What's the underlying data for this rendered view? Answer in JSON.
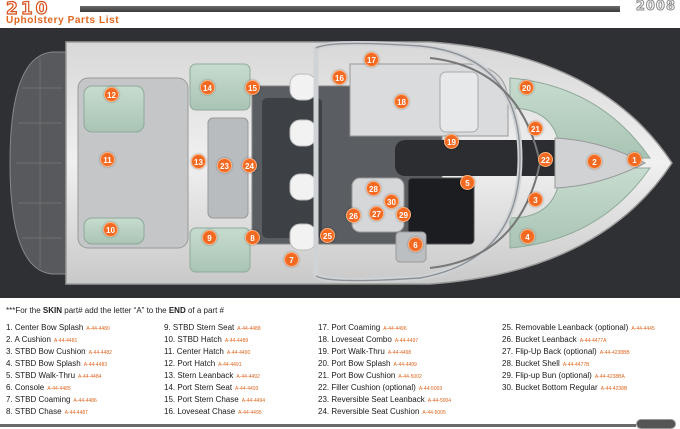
{
  "header": {
    "model": "210",
    "subtitle": "Upholstery Parts List",
    "year": "2008"
  },
  "colors": {
    "accent": "#f26a22",
    "part_number": "#e0651f"
  },
  "callouts": [
    "1",
    "2",
    "3",
    "4",
    "5",
    "6",
    "7",
    "8",
    "9",
    "10",
    "11",
    "12",
    "13",
    "14",
    "15",
    "16",
    "17",
    "18",
    "19",
    "20",
    "21",
    "22",
    "23",
    "24",
    "25",
    "26",
    "27",
    "28",
    "29",
    "30"
  ],
  "note": {
    "prefix": "***For the",
    "skin": "SKIN",
    "middle": "part# add the letter",
    "letter": "“A”",
    "to_the": "to the",
    "end": "END",
    "suffix": "of a part #"
  },
  "parts": [
    {
      "label": "1. Center Bow Splash",
      "pn": "A-44-4480"
    },
    {
      "label": "2. A Cushion",
      "pn": "A-44-4481"
    },
    {
      "label": "3. STBD Bow Cushion",
      "pn": "A-44-4482"
    },
    {
      "label": "4. STBD Bow Splash",
      "pn": "A-44-4483"
    },
    {
      "label": "5. STBD Walk-Thru",
      "pn": "A-44-4484"
    },
    {
      "label": "6. Console",
      "pn": "A-44-4485"
    },
    {
      "label": "7. STBD Coaming",
      "pn": "A-44-4486"
    },
    {
      "label": "8. STBD Chase",
      "pn": "A-44-4487"
    },
    {
      "label": "9. STBD Stern Seat",
      "pn": "A-44-4488"
    },
    {
      "label": "10. STBD Hatch",
      "pn": "A-44-4489"
    },
    {
      "label": "11. Center Hatch",
      "pn": "A-44-4490"
    },
    {
      "label": "12. Port Hatch",
      "pn": "A-44-4491"
    },
    {
      "label": "13. Stern Leanback",
      "pn": "A-44-4492"
    },
    {
      "label": "14. Port Stern Seat",
      "pn": "A-44-4493"
    },
    {
      "label": "15. Port Stern Chase",
      "pn": "A-44-4494"
    },
    {
      "label": "16. Loveseat Chase",
      "pn": "A-44-4495"
    },
    {
      "label": "17. Port Coaming",
      "pn": "A-44-4496"
    },
    {
      "label": "18. Loveseat Combo",
      "pn": "A-44-4497"
    },
    {
      "label": "19. Port Walk-Thru",
      "pn": "A-44-4498"
    },
    {
      "label": "20. Port Bow Splash",
      "pn": "A-44-4499"
    },
    {
      "label": "21. Port Bow Cushion",
      "pn": "A-44-5002"
    },
    {
      "label": "22. Filler Cushion (optional)",
      "pn": "A-44-5003"
    },
    {
      "label": "23. Reversible Seat Leanback",
      "pn": "A-44-5004"
    },
    {
      "label": "24. Reversible Seat Cushion",
      "pn": "A-44-5005"
    },
    {
      "label": "25. Removable Leanback (optional)",
      "pn": "A-44-4445"
    },
    {
      "label": "26. Bucket Leanback",
      "pn": "A-44-4477A"
    },
    {
      "label": "27. Flip-Up Back (optional)",
      "pn": "A-44-4238BB"
    },
    {
      "label": "28. Bucket Shell",
      "pn": "A-44-4477B"
    },
    {
      "label": "29. Flip-up Bun (optional)",
      "pn": "A-44-4238BA"
    },
    {
      "label": "30. Bucket Bottom Regular",
      "pn": "A-44-4238B"
    }
  ]
}
